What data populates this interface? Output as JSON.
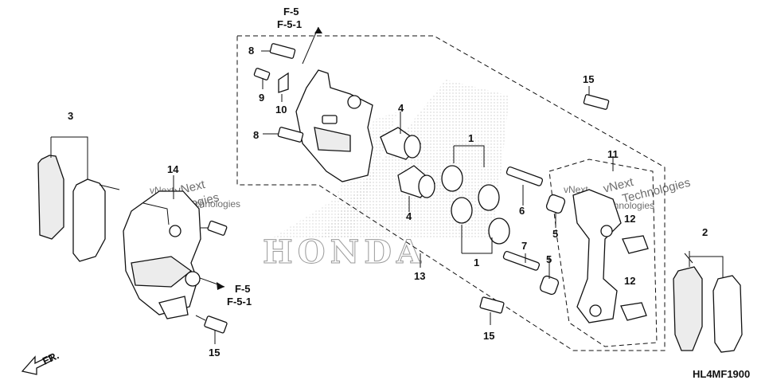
{
  "diagram_code": "HL4MF1900",
  "ref_top": {
    "line1": "F-5",
    "line2": "F-5-1"
  },
  "ref_side": {
    "line1": "F-5",
    "line2": "F-5-1"
  },
  "fr_label": "FR.",
  "watermark": {
    "brand": "HONDA",
    "vendor_a": "vNext",
    "vendor_b": "Technologies"
  },
  "callouts": {
    "c1a": "1",
    "c1b": "1",
    "c2": "2",
    "c3": "3",
    "c4a": "4",
    "c4b": "4",
    "c5a": "5",
    "c5b": "5",
    "c6": "6",
    "c7": "7",
    "c8a": "8",
    "c8b": "8",
    "c9": "9",
    "c10": "10",
    "c11": "11",
    "c12a": "12",
    "c12b": "12",
    "c13": "13",
    "c14": "14",
    "c15a": "15",
    "c15b": "15",
    "c15c": "15"
  }
}
